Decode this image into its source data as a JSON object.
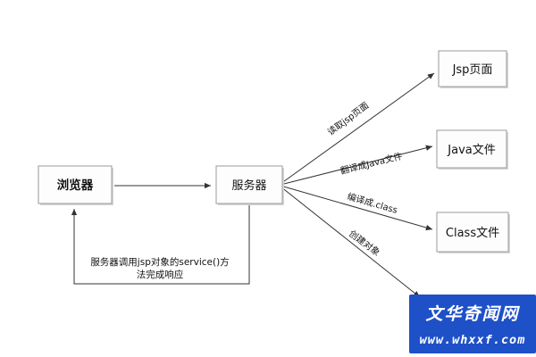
{
  "nodes": {
    "browser": "浏览器",
    "server": "服务器",
    "jsp_page": "Jsp页面",
    "java_file": "Java文件",
    "class_file": "Class文件"
  },
  "edges": {
    "read_jsp": "读取jsp页面",
    "translate_java": "翻译成Java文件",
    "compile_class": "编译成.class",
    "create_object": "创建对象"
  },
  "response_note": {
    "line1": "服务器调用jsp对象的service()方",
    "line2": "法完成响应"
  },
  "watermark": {
    "title": "文华奇闻网",
    "url": "www.whxxf.com"
  },
  "colors": {
    "watermark_bg": "#1e50c8",
    "box_border": "#9a9a9a",
    "line": "#333333"
  }
}
